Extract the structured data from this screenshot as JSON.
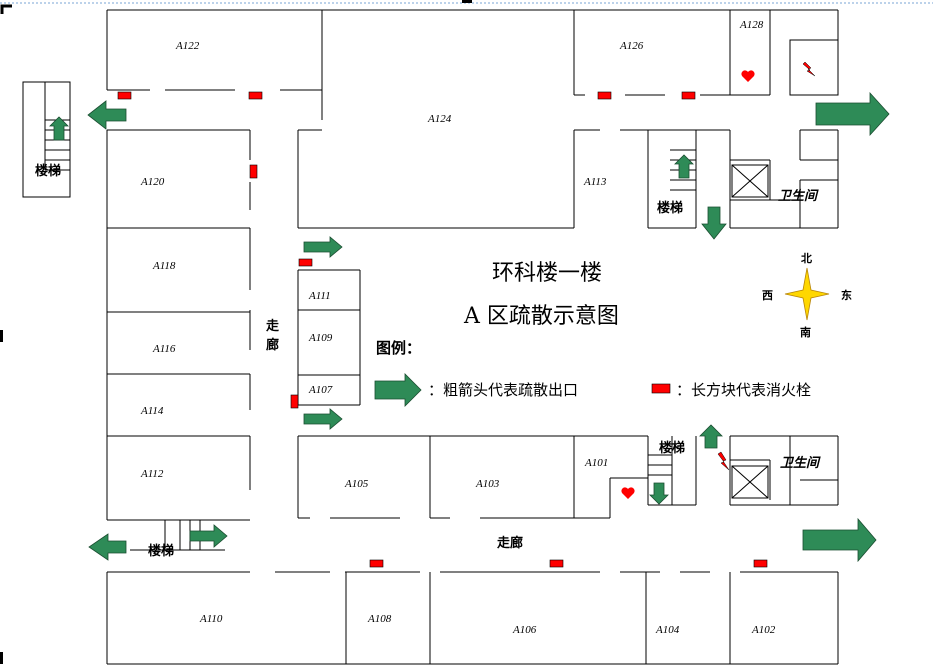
{
  "title": {
    "line1": "环科楼一楼",
    "line2": "A 区疏散示意图"
  },
  "rooms": {
    "a122": "A122",
    "a124": "A124",
    "a126": "A126",
    "a128": "A128",
    "a120": "A120",
    "a118": "A118",
    "a116": "A116",
    "a114": "A114",
    "a112": "A112",
    "a113": "A113",
    "a111": "A111",
    "a109": "A109",
    "a107": "A107",
    "a105": "A105",
    "a103": "A103",
    "a101": "A101",
    "a110": "A110",
    "a108": "A108",
    "a106": "A106",
    "a104": "A104",
    "a102": "A102"
  },
  "labels": {
    "stairs": "楼梯",
    "corridor": "走廊",
    "restroom": "卫生间",
    "corridor_v1": "走",
    "corridor_v2": "廊"
  },
  "compass": {
    "north": "北",
    "south": "南",
    "east": "东",
    "west": "西"
  },
  "legend": {
    "heading": "图例：",
    "arrow_text": "：粗箭头代表疏散出口",
    "block_text": "：长方块代表消火栓"
  },
  "colors": {
    "arrow": "#2e8b57",
    "hydrant": "#ff0000",
    "heart": "#ff0000",
    "lightning": "#ff0000",
    "compass_star": "#ffd700",
    "line": "#000000"
  },
  "icons": {
    "exit_arrow": "green-arrow-icon",
    "hydrant": "red-block-icon",
    "heart": "heart-icon",
    "lightning": "lightning-icon",
    "compass": "compass-star-icon"
  }
}
